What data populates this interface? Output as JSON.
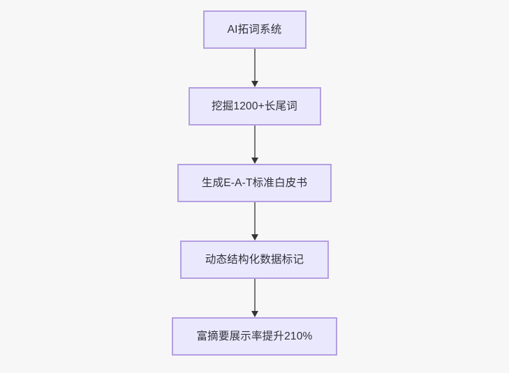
{
  "diagram": {
    "type": "flowchart",
    "direction": "top-to-bottom",
    "background_color": "#f7f7f7",
    "node_fill_color": "#eae8fd",
    "node_border_color": "#b49ee0",
    "node_text_color": "#30323a",
    "connector_color": "#767676",
    "arrowhead_color": "#353535",
    "nodes": [
      {
        "id": "n1",
        "label": "AI拓词系统"
      },
      {
        "id": "n2",
        "label": "挖掘1200+长尾词"
      },
      {
        "id": "n3",
        "label": "生成E-A-T标准白皮书"
      },
      {
        "id": "n4",
        "label": "动态结构化数据标记"
      },
      {
        "id": "n5",
        "label": "富摘要展示率提升210%"
      }
    ],
    "edges": [
      {
        "from": "n1",
        "to": "n2",
        "arrow": "down-arrow-icon"
      },
      {
        "from": "n2",
        "to": "n3",
        "arrow": "down-arrow-icon"
      },
      {
        "from": "n3",
        "to": "n4",
        "arrow": "down-arrow-icon"
      },
      {
        "from": "n4",
        "to": "n5",
        "arrow": "down-arrow-icon"
      }
    ]
  }
}
